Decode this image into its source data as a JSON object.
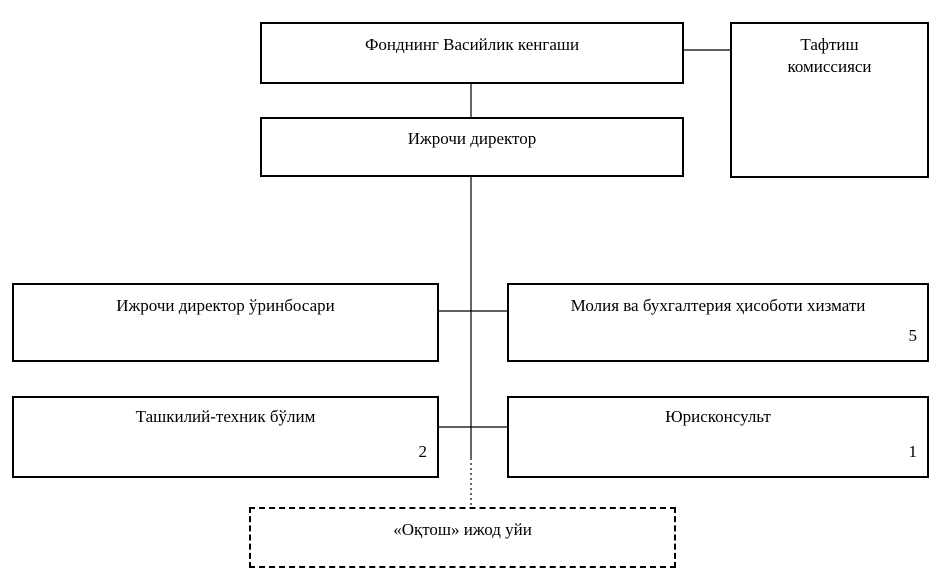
{
  "diagram": {
    "board": {
      "label": "Фонднинг Васийлик кенгаши"
    },
    "audit": {
      "label": "Тафтиш комиссияси"
    },
    "director": {
      "label": "Ижрочи директор"
    },
    "deputy": {
      "label": "Ижрочи директор ўринбосари"
    },
    "finance": {
      "label": "Молия ва бухгалтерия ҳисоботи хизмати",
      "count": "5"
    },
    "org_tech": {
      "label": "Ташкилий-техник бўлим",
      "count": "2"
    },
    "legal": {
      "label": "Юрисконсульт",
      "count": "1"
    },
    "creative_house": {
      "label": "«Оқтош» ижод уйи"
    }
  }
}
